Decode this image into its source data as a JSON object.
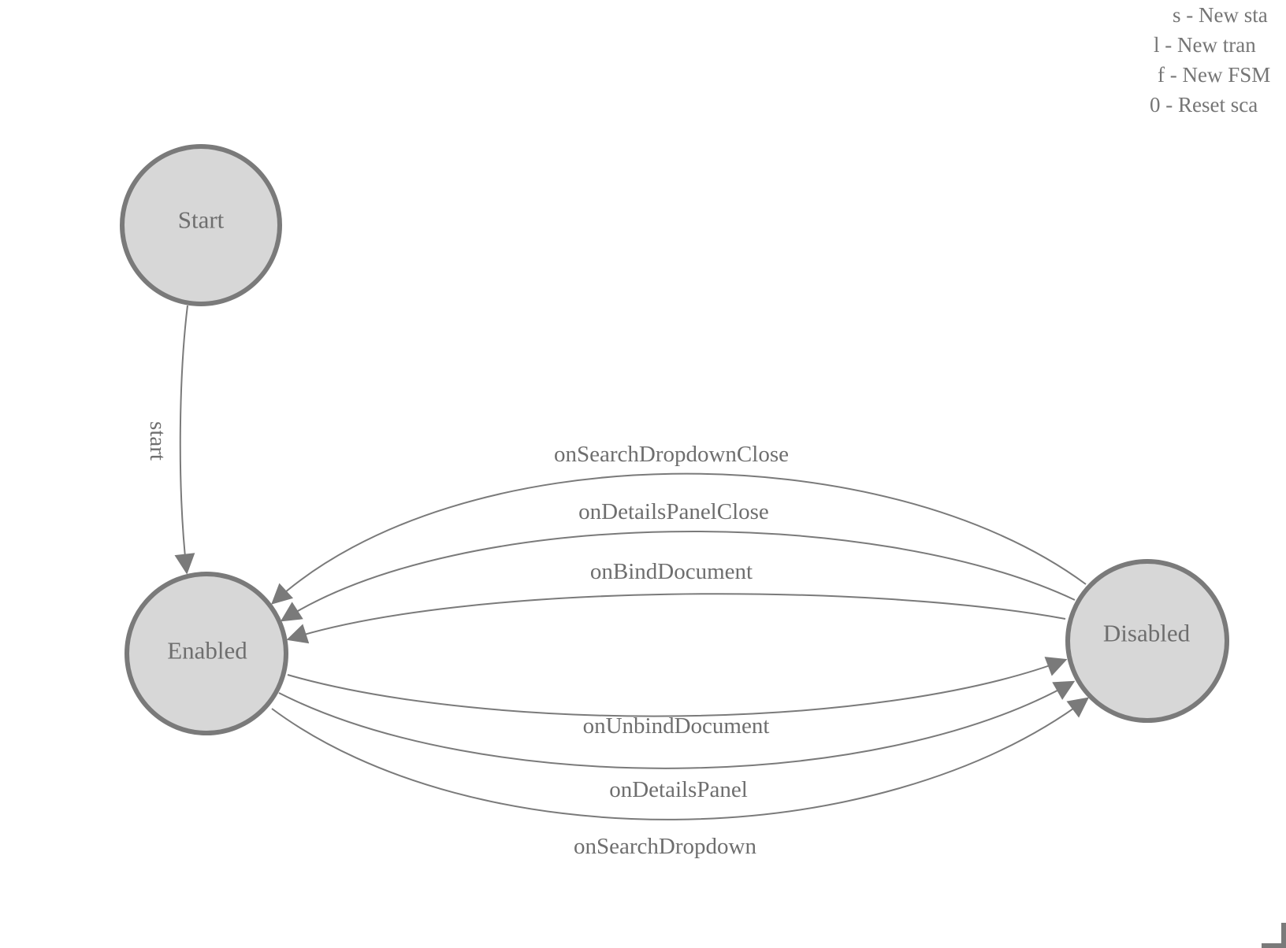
{
  "states": {
    "start": {
      "label": "Start"
    },
    "enabled": {
      "label": "Enabled"
    },
    "disabled": {
      "label": "Disabled"
    }
  },
  "transitions": {
    "init": {
      "label": "start",
      "from": "Start",
      "to": "Enabled"
    },
    "disabled_to_enabled": [
      {
        "label": "onSearchDropdownClose"
      },
      {
        "label": "onDetailsPanelClose"
      },
      {
        "label": "onBindDocument"
      }
    ],
    "enabled_to_disabled": [
      {
        "label": "onUnbindDocument"
      },
      {
        "label": "onDetailsPanel"
      },
      {
        "label": "onSearchDropdown"
      }
    ]
  },
  "legend": {
    "lines": [
      "s - New sta",
      "l - New tran",
      "f - New FSM",
      "0 - Reset sca"
    ]
  },
  "colors": {
    "node_fill": "#d7d7d7",
    "node_stroke": "#7a7a7a",
    "edge_stroke": "#7a7a7a",
    "label_text": "#6e6e6e",
    "legend_text": "#757575"
  }
}
